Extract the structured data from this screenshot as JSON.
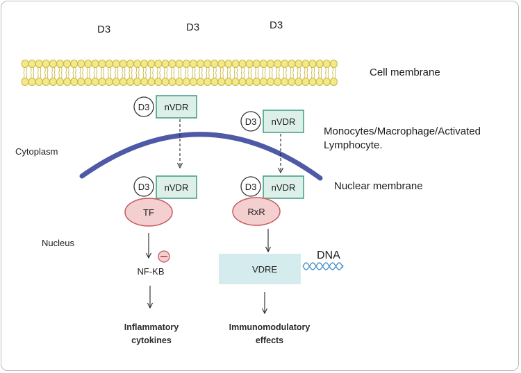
{
  "d3_labels": [
    "D3",
    "D3",
    "D3"
  ],
  "labels": {
    "cell_membrane": "Cell membrane",
    "cells_line1": "Monocytes/Macrophage/Activated",
    "cells_line2": "Lymphocyte.",
    "cytoplasm": "Cytoplasm",
    "nuclear_membrane": "Nuclear membrane",
    "nucleus": "Nucleus",
    "dna": "DNA"
  },
  "left_pathway": {
    "ligand": "D3",
    "receptor": "nVDR",
    "factor": "TF",
    "inhibition_symbol": "−",
    "target": "NF-KB",
    "outcome_line1": "Inflammatory",
    "outcome_line2": "cytokines"
  },
  "right_pathway": {
    "ligand": "D3",
    "receptor": "nVDR",
    "partner": "RxR",
    "element": "VDRE",
    "outcome_line1": "Immunomodulatory",
    "outcome_line2": "effects"
  },
  "colors": {
    "membrane_fill": "#f2e88c",
    "membrane_stroke": "#cbb73a",
    "nuclear_membrane": "#4f5aa6",
    "receptor_fill": "#dcefe9",
    "receptor_stroke": "#3d9a85",
    "factor_fill": "#f4cfd0",
    "factor_stroke": "#c65a5e",
    "vdre_fill": "#d5ecef",
    "dna": "#4a90c8"
  }
}
